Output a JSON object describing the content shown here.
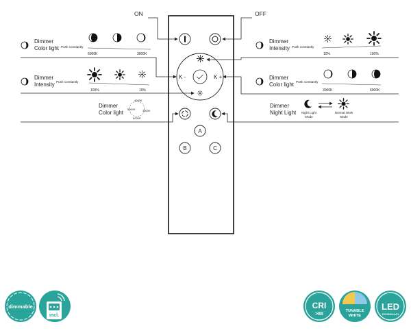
{
  "labels": {
    "on": "ON",
    "off": "OFF",
    "push_constantly": "Push constantly",
    "dimmer": "Dimmer",
    "color_light": "Color light",
    "intensity": "Intensity",
    "night_light": "Night Light"
  },
  "ticks": {
    "k6000": "6000K",
    "k3000": "3000K",
    "p100": "100%",
    "p10": "10%"
  },
  "modes": {
    "night_light_mode": [
      "Night Light",
      "Mode"
    ],
    "normal_work_mode": [
      "Normal Work",
      "Mode"
    ]
  },
  "remote": {
    "k_minus": "K -",
    "k_plus": "K +",
    "btn_a": "A",
    "btn_b": "B",
    "btn_c": "C"
  },
  "cycle_labels": [
    "4000K",
    "3000K",
    "5000K",
    "6000K"
  ],
  "badges": {
    "dimmable": "dimmable",
    "incl": "incl.",
    "cri_top": "CRI",
    "cri_bottom": ">80",
    "tunable_line1": "TUNABLE",
    "tunable_line2": "WHITE",
    "led": "LED",
    "led_sub": "TECHNOLOGY"
  },
  "colors": {
    "badge_teal": "#2aa39a",
    "tunable_yellow": "#f2c94c",
    "tunable_blue": "#8ec9e8",
    "ink": "#222222"
  },
  "icons": {
    "power_on": "power-on-icon",
    "power_off": "power-off-icon",
    "brightness": "sun-icon",
    "color_temp": "half-moon-icon",
    "night": "crescent-moon-icon",
    "cycle": "cycle-icon",
    "remote_battery": "remote-control-icon"
  }
}
